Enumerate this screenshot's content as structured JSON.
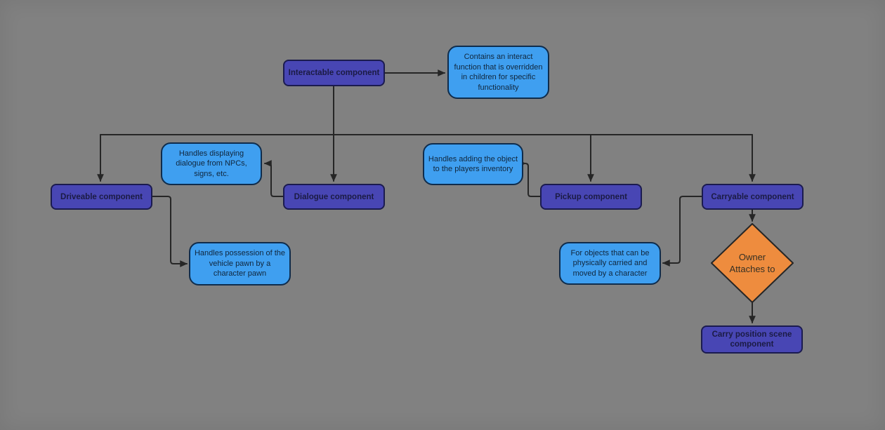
{
  "canvas": {
    "background": "#818181"
  },
  "colors": {
    "component_fill": "#4846b4",
    "component_border": "#1b1b4f",
    "component_text": "#1b1b44",
    "note_fill": "#3f9ff0",
    "note_border": "#0f2c4c",
    "note_text": "#10263c",
    "decision_fill": "#ee8c3e",
    "decision_border": "#262626",
    "connector": "#262626"
  },
  "nodes": {
    "interactable": {
      "type": "component",
      "label": "Interactable component"
    },
    "interact_note": {
      "type": "note",
      "label": "Contains an interact function that is overridden in children for specific functionality"
    },
    "driveable": {
      "type": "component",
      "label": "Driveable component"
    },
    "dialogue_note": {
      "type": "note",
      "label": "Handles displaying dialogue from NPCs, signs, etc."
    },
    "dialogue": {
      "type": "component",
      "label": "Dialogue component"
    },
    "pickup_note": {
      "type": "note",
      "label": "Handles adding the object to the players inventory"
    },
    "pickup": {
      "type": "component",
      "label": "Pickup component"
    },
    "carryable": {
      "type": "component",
      "label": "Carryable component"
    },
    "possession_note": {
      "type": "note",
      "label": "Handles possession of the vehicle pawn by a character pawn"
    },
    "carry_note": {
      "type": "note",
      "label": "For objects that can be physically carried and moved by a character"
    },
    "owner_decision": {
      "type": "decision",
      "label": "Owner Attaches to"
    },
    "carry_position": {
      "type": "component",
      "label": "Carry position scene component"
    }
  },
  "edges": [
    {
      "from": "interactable",
      "to": "interact_note"
    },
    {
      "from": "interactable",
      "to": "driveable"
    },
    {
      "from": "interactable",
      "to": "dialogue"
    },
    {
      "from": "interactable",
      "to": "pickup"
    },
    {
      "from": "interactable",
      "to": "carryable"
    },
    {
      "from": "dialogue",
      "to": "dialogue_note"
    },
    {
      "from": "pickup",
      "to": "pickup_note"
    },
    {
      "from": "driveable",
      "to": "possession_note"
    },
    {
      "from": "carryable",
      "to": "carry_note"
    },
    {
      "from": "carryable",
      "to": "owner_decision"
    },
    {
      "from": "owner_decision",
      "to": "carry_position"
    }
  ]
}
